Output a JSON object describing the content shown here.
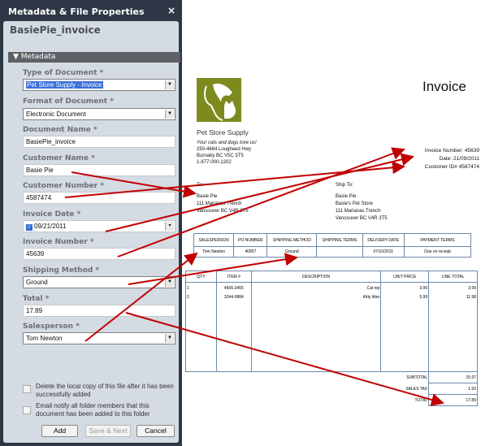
{
  "panel": {
    "title": "Metadata & File Properties",
    "close": "×",
    "doc_name": "BasiePie_invoice",
    "section": "Metadata",
    "fields": {
      "type_label": "Type of Document *",
      "type_value": "Pet Store Supply - Invoice",
      "format_label": "Format of Document *",
      "format_value": "Electronic Document",
      "name_label": "Document Name *",
      "name_value": "BasiePie_invoice",
      "cust_label": "Customer Name *",
      "cust_value": "Basie Pie",
      "custnum_label": "Customer Number *",
      "custnum_value": "4587474",
      "date_label": "Invoice Date *",
      "date_value": "09/21/2011",
      "invnum_label": "Invoice Number *",
      "invnum_value": "45639",
      "ship_label": "Shipping Method *",
      "ship_value": "Ground",
      "total_label": "Total *",
      "total_value": "17.89",
      "sales_label": "Salesperson *",
      "sales_value": "Tom Newton"
    },
    "checkbox_delete": "Delete the local copy of this file after it has been successfully added",
    "checkbox_email": "Email notify all folder members that this document has been added to this folder",
    "buttons": {
      "add": "Add",
      "save_next": "Save & Next",
      "cancel": "Cancel"
    }
  },
  "invoice": {
    "title": "Invoice",
    "company": "Pet Store Supply",
    "tagline": "Your cats and dogs love us!",
    "addr1": "250-4664 Lougheed Hwy",
    "addr2": "Burnaby BC V5C 5T5",
    "phone": "1-877-000-1202",
    "inv_number": "Invoice Number: 45639",
    "date": "Date: 21/09/2011",
    "cust_id": "Customer ID# 4587474",
    "to_label": "To:",
    "to": [
      "Basie Pie",
      "111 Marianas Trench",
      "Vancouver BC V4R 3T5"
    ],
    "ship_label": "Ship To:",
    "ship": [
      "Basie Pie",
      "Basie's Pet Store",
      "111 Marianas Trench",
      "Vancouver BC V4R 3T5"
    ],
    "order_headers": [
      "SALESPERSON",
      "PO NUMBER",
      "SHIPPING METHOD",
      "SHIPPING TERMS",
      "DELIVERY DATE",
      "PAYMENT TERMS"
    ],
    "order_values": [
      "Tom Newton",
      "40957",
      "Ground",
      "",
      "07/10/2011",
      "Due on receipt"
    ],
    "item_headers": [
      "QTY",
      "ITEM #",
      "DESCRIPTION",
      "UNIT PRICE",
      "LINE TOTAL"
    ],
    "items": [
      [
        "1",
        "4566-3455",
        "Cat nip",
        "3.99",
        "3.99"
      ],
      [
        "2",
        "3244-9884",
        "Kitty litter",
        "5.99",
        "11.98"
      ]
    ],
    "subtotal_label": "SUBTOTAL",
    "subtotal": "15.97",
    "tax_label": "SALES TAX",
    "tax": "1.92",
    "total_label": "TOTAL",
    "total": "17.89"
  },
  "colors": {
    "arrow": "#c00000",
    "logo": "#7d8a1e",
    "titlebar": "#2d3746"
  }
}
